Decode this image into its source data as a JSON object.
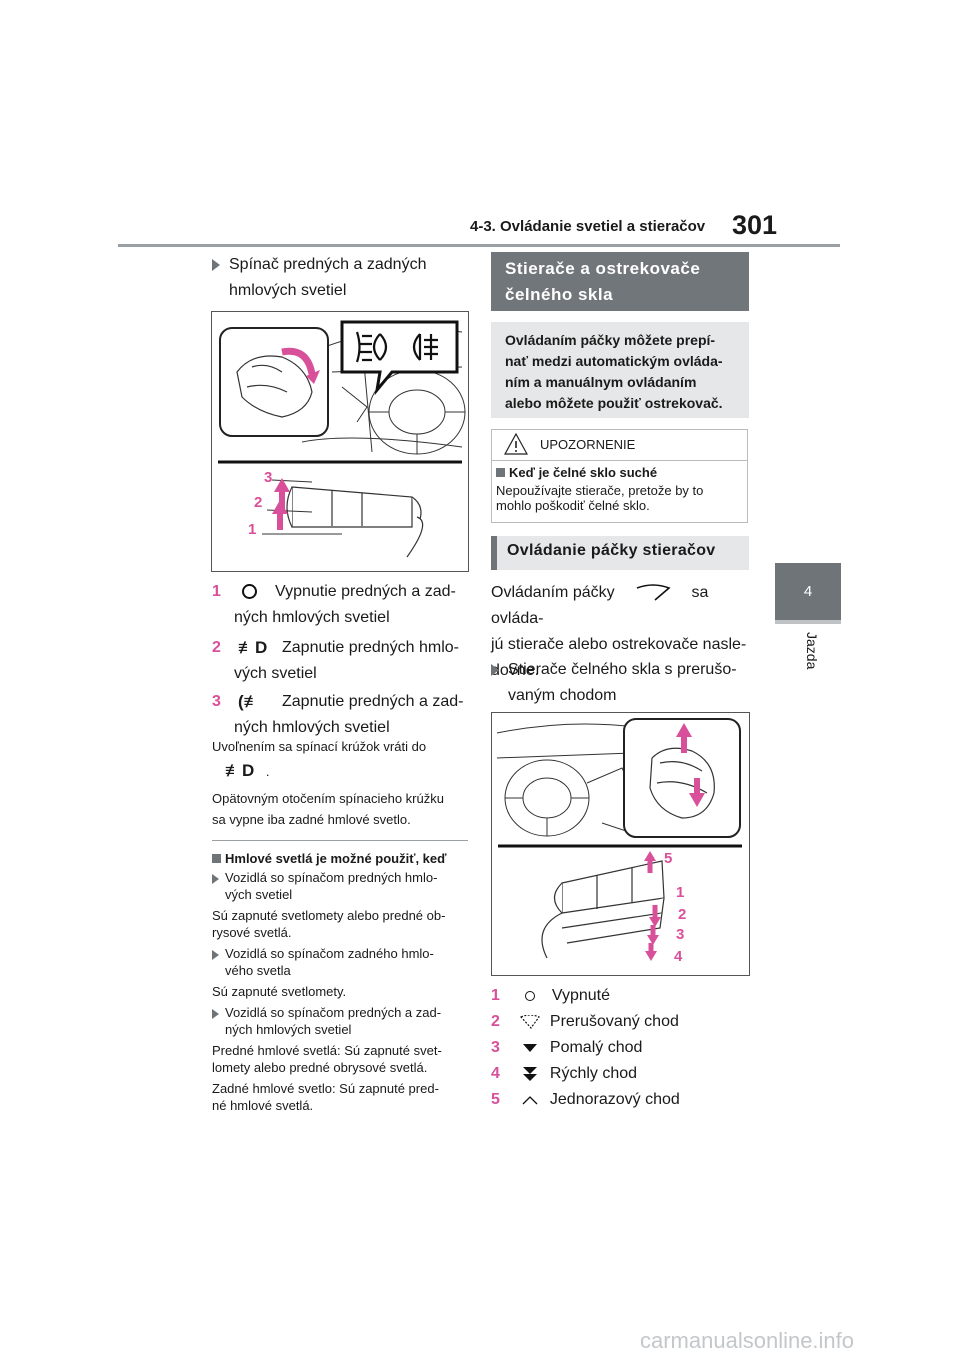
{
  "header": {
    "section": "4-3. Ovládanie svetiel a stieračov",
    "page_number": "301"
  },
  "side_tab": {
    "number": "4",
    "label": "Jazda"
  },
  "left": {
    "heading_line1": "Spínač predných a zadných",
    "heading_line2": "hmlových svetiel",
    "figure_labels": [
      "3",
      "2",
      "1"
    ],
    "items": [
      {
        "num": "1",
        "text_l1": "Vypnutie predných a zad-",
        "text_l2": "ných hmlových svetiel"
      },
      {
        "num": "2",
        "text_l1": "Zapnutie predných hmlo-",
        "text_l2": "vých svetiel"
      },
      {
        "num": "3",
        "text_l1": "Zapnutie predných a zad-",
        "text_l2": "ných hmlových svetiel"
      }
    ],
    "release_note": "Uvoľnením sa spínací krúžok vráti do",
    "release_note_end": ".",
    "turn_note_l1": "Opätovným otočením spínacieho krúžku",
    "turn_note_l2": "sa vypne iba zadné hmlové svetlo.",
    "fog_heading": "Hmlové svetlá je možné použiť, keď",
    "sub1_l1": "Vozidlá so spínačom predných hmlo-",
    "sub1_l2": "vých svetiel",
    "sub1_text_l1": "Sú zapnuté svetlomety alebo predné ob-",
    "sub1_text_l2": "rysové svetlá.",
    "sub2_l1": "Vozidlá so spínačom zadného hmlo-",
    "sub2_l2": "vého svetla",
    "sub2_text": "Sú zapnuté svetlomety.",
    "sub3_l1": "Vozidlá so spínačom predných a zad-",
    "sub3_l2": "ných hmlových svetiel",
    "sub3_text1_l1": "Predné hmlové svetlá: Sú zapnuté svet-",
    "sub3_text1_l2": "lomety alebo predné obrysové svetlá.",
    "sub3_text2_l1": "Zadné hmlové svetlo: Sú zapnuté pred-",
    "sub3_text2_l2": "né hmlové svetlá."
  },
  "right": {
    "title_l1": "Stierače a ostrekovače",
    "title_l2": "čelného skla",
    "intro_l1": "Ovládaním páčky môžete prepí-",
    "intro_l2": "nať medzi automatickým ovláda-",
    "intro_l3": "ním a manuálnym ovládaním",
    "intro_l4": "alebo môžete použiť ostrekovač.",
    "caution_title": "UPOZORNENIE",
    "caution_heading": "Keď je čelné sklo suché",
    "caution_text_l1": "Nepoužívajte stierače, pretože by to",
    "caution_text_l2": "mohlo poškodiť čelné sklo.",
    "section2_title": "Ovládanie páčky stieračov",
    "lever_text_a": "Ovládaním páčky",
    "lever_text_b": "sa ovláda-",
    "lever_text_l2": "jú stierače alebo ostrekovače nasle-",
    "lever_text_l3": "dovne.",
    "sub_heading_l1": "Stierače čelného skla s prerušo-",
    "sub_heading_l2": "vaným chodom",
    "figure_labels": [
      "5",
      "1",
      "2",
      "3",
      "4"
    ],
    "items": [
      {
        "num": "1",
        "icon": "off-icon",
        "text": "Vypnuté"
      },
      {
        "num": "2",
        "icon": "intermittent-icon",
        "text": "Prerušovaný chod"
      },
      {
        "num": "3",
        "icon": "low-icon",
        "text": "Pomalý chod"
      },
      {
        "num": "4",
        "icon": "high-icon",
        "text": "Rýchly chod"
      },
      {
        "num": "5",
        "icon": "mist-icon",
        "text": "Jednorazový chod"
      }
    ]
  },
  "watermark": "carmanualsonline.info",
  "colors": {
    "accent": "#d9509a",
    "grey": "#6e7478",
    "light_grey": "#e6e7e8"
  }
}
